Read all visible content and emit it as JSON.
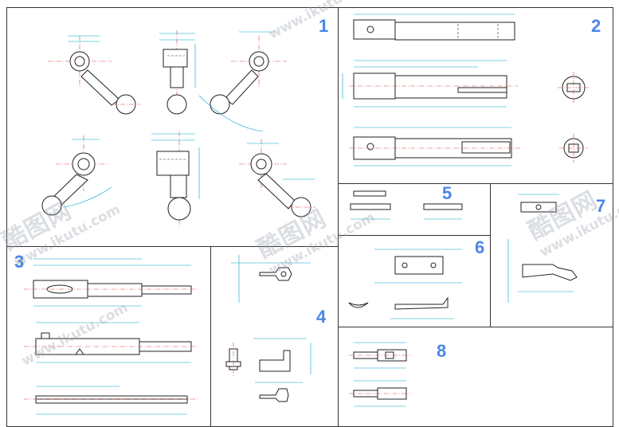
{
  "panels": [
    {
      "id": "1",
      "label": "1"
    },
    {
      "id": "2",
      "label": "2"
    },
    {
      "id": "3",
      "label": "3"
    },
    {
      "id": "4",
      "label": "4"
    },
    {
      "id": "5",
      "label": "5"
    },
    {
      "id": "6",
      "label": "6"
    },
    {
      "id": "7",
      "label": "7"
    },
    {
      "id": "8",
      "label": "8"
    }
  ],
  "watermark": {
    "brand": "酷图网",
    "url": "www.ikutu.com"
  },
  "colors": {
    "dimension": "#00a6c8",
    "centerline": "#e04040",
    "outline": "#222222",
    "panel_number": "#4a86e8"
  }
}
